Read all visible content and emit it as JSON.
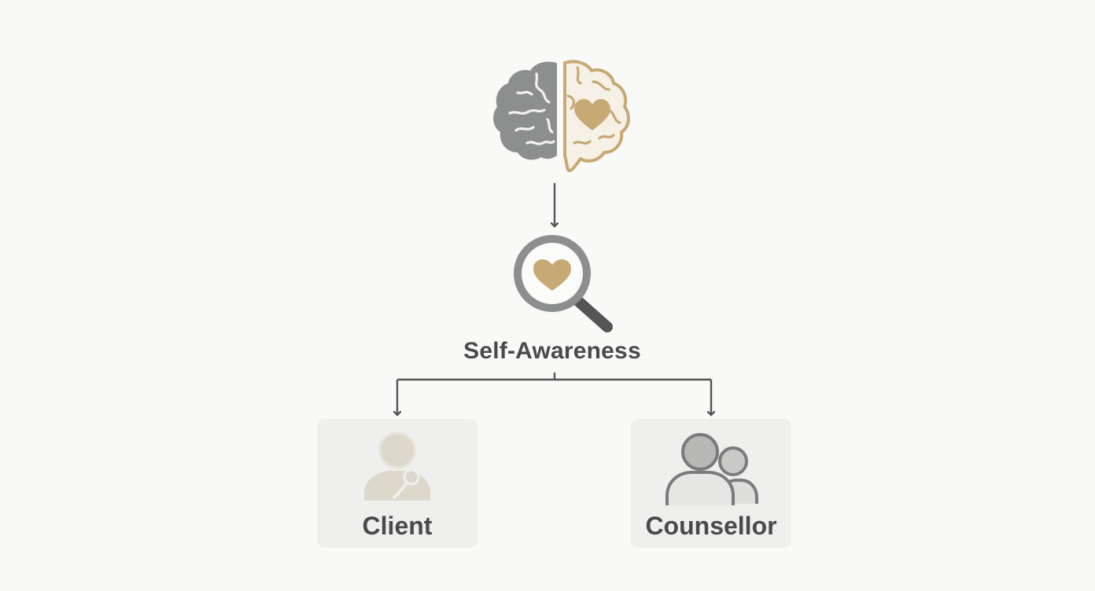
{
  "hub": {
    "label": "Self-Awareness"
  },
  "cards": {
    "client": {
      "label": "Client"
    },
    "counsellor": {
      "label": "Counsellor"
    }
  },
  "icons": {
    "top": "brain-with-heart-icon",
    "hub": "magnifier-heart-icon",
    "client": "person-with-stethoscope-icon",
    "counsellor": "two-people-icon"
  },
  "colors": {
    "background": "#f9f9f8",
    "gray": "#8d8f8e",
    "dark_gray": "#555555",
    "gold": "#c7a974",
    "card_bg": "#efefee",
    "client_icon": "#dcd9cc"
  }
}
